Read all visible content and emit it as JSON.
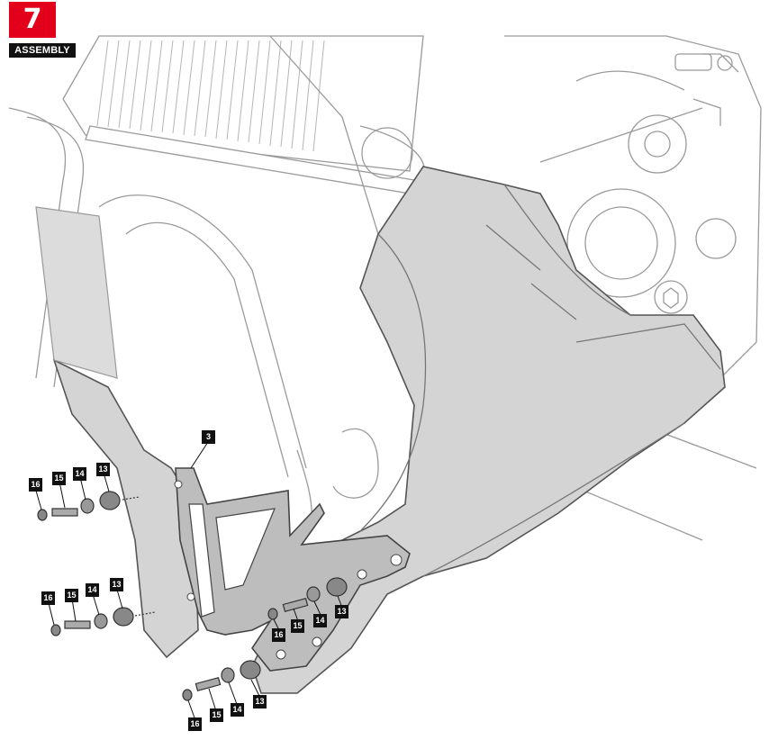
{
  "step": {
    "number": "7",
    "label": "ASSEMBLY"
  },
  "callouts": [
    {
      "id": "c3a",
      "text": "3"
    },
    {
      "id": "c16a",
      "text": "16"
    },
    {
      "id": "c15a",
      "text": "15"
    },
    {
      "id": "c14a",
      "text": "14"
    },
    {
      "id": "c13a",
      "text": "13"
    },
    {
      "id": "c16b",
      "text": "16"
    },
    {
      "id": "c15b",
      "text": "15"
    },
    {
      "id": "c14b",
      "text": "14"
    },
    {
      "id": "c13b",
      "text": "13"
    },
    {
      "id": "c16c",
      "text": "16"
    },
    {
      "id": "c15c",
      "text": "15"
    },
    {
      "id": "c14c",
      "text": "14"
    },
    {
      "id": "c13c",
      "text": "13"
    },
    {
      "id": "c16d",
      "text": "16"
    },
    {
      "id": "c15d",
      "text": "15"
    },
    {
      "id": "c14d",
      "text": "14"
    },
    {
      "id": "c13d",
      "text": "13"
    }
  ],
  "colors": {
    "accent": "#e3001b",
    "badge": "#111111",
    "part_fill": "#d4d4d4",
    "bracket_fill": "#bdbdbd",
    "outline": "#555555"
  }
}
